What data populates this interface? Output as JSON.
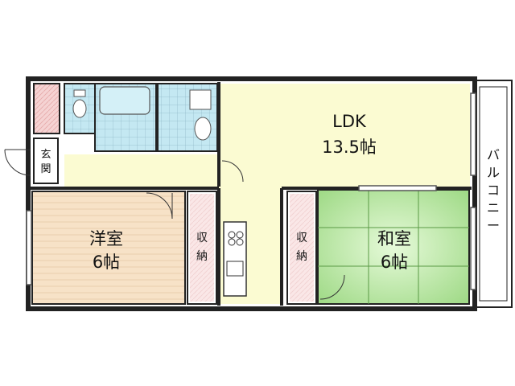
{
  "rooms": {
    "ldk": {
      "name": "LDK",
      "size": "13.5帖"
    },
    "western": {
      "name": "洋室",
      "size": "6帖"
    },
    "japanese": {
      "name": "和室",
      "size": "6帖"
    },
    "entrance": {
      "chars": [
        "玄",
        "関"
      ]
    },
    "closet_left": {
      "chars": [
        "収",
        "納"
      ]
    },
    "closet_right": {
      "chars": [
        "収",
        "納"
      ]
    },
    "balcony": {
      "chars": [
        "バ",
        "ル",
        "コ",
        "ニ",
        "ー"
      ]
    }
  },
  "colors": {
    "ldk": "#fbfbd2",
    "western": "#f7e2c7",
    "japanese": "#c7f0b4",
    "storage_pink": "#f5d3d3",
    "bath_blue": "#c4e8f2",
    "wall": "#222222",
    "balcony": "#ffffff"
  }
}
